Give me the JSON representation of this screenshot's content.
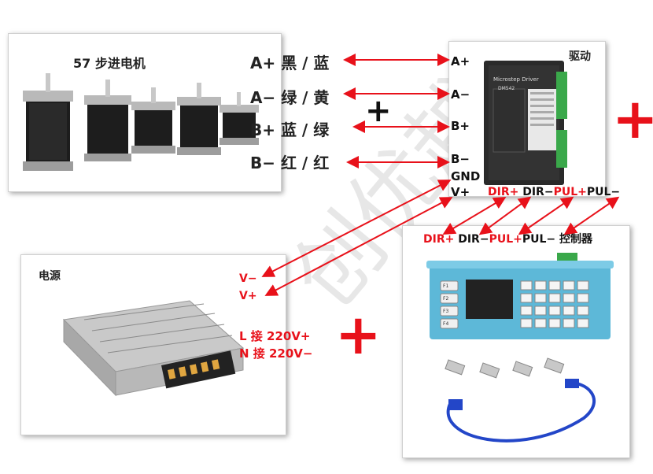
{
  "motor": {
    "title": "57 步进电机"
  },
  "driver": {
    "title": "驱动",
    "model_text": "Microstep Driver",
    "model_code": "DM542",
    "ports": [
      "A+",
      "A−",
      "B+",
      "B−",
      "GND",
      "V+"
    ]
  },
  "wires": [
    {
      "label": "A+ 黑 / 蓝"
    },
    {
      "label": "A− 绿 / 黄"
    },
    {
      "label": "B+ 蓝 / 绿"
    },
    {
      "label": "B− 红 / 红"
    }
  ],
  "driver_signals": [
    {
      "text": "DIR+",
      "color": "#e8111a"
    },
    {
      "text": " DIR−",
      "color": "#111111"
    },
    {
      "text": "PUL+",
      "color": "#e8111a"
    },
    {
      "text": "PUL−",
      "color": "#111111"
    }
  ],
  "controller": {
    "title": "控制器",
    "signals": [
      {
        "text": "DIR+",
        "color": "#e8111a"
      },
      {
        "text": " DIR−",
        "color": "#111111"
      },
      {
        "text": "PUL+",
        "color": "#e8111a"
      },
      {
        "text": "PUL−",
        "color": "#111111"
      }
    ],
    "fkeys": [
      "F1",
      "F2",
      "F3",
      "F4"
    ]
  },
  "psu": {
    "title": "电源",
    "v_minus": "V−",
    "v_plus": "V+",
    "l_line": "L 接 220V+",
    "n_line": "N 接 220V−"
  },
  "plus_sign": "+",
  "watermark": "创优越",
  "colors": {
    "arrow": "#e8111a",
    "accent": "#e8111a",
    "motor_body": "#1d1d1d",
    "driver_body": "#2a2a2a",
    "terminal_green": "#3aa84a",
    "controller_body": "#5db8d8",
    "cable_blue": "#2346c8"
  }
}
